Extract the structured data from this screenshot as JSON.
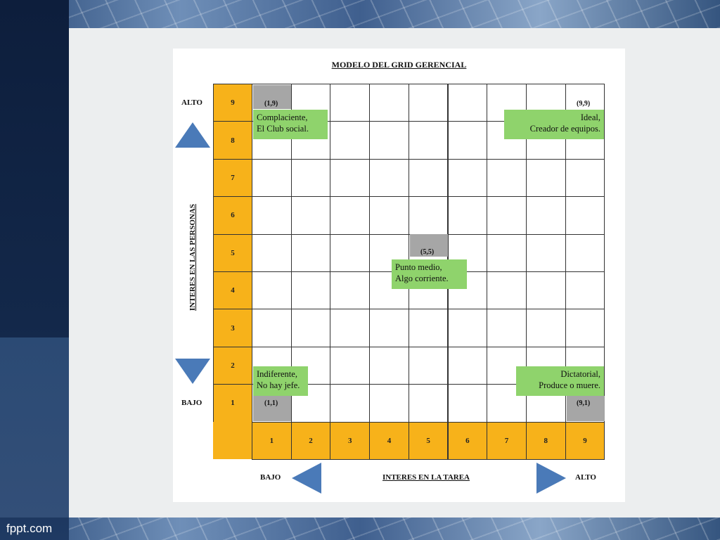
{
  "footer": {
    "brand": "fppt.com"
  },
  "diagram": {
    "title": "MODELO DEL GRID GERENCIAL",
    "y_axis": {
      "label": "INTERES EN LAS PERSONAS",
      "high": "ALTO",
      "low": "BAJO",
      "ticks": [
        "9",
        "8",
        "7",
        "6",
        "5",
        "4",
        "3",
        "2",
        "1"
      ]
    },
    "x_axis": {
      "label": "INTERES EN LA TAREA",
      "high": "ALTO",
      "low": "BAJO",
      "ticks": [
        "1",
        "2",
        "3",
        "4",
        "5",
        "6",
        "7",
        "8",
        "9"
      ]
    },
    "styles": [
      {
        "coord": "(1,9)",
        "line1": "Complaciente,",
        "line2": "El Club social."
      },
      {
        "coord": "(9,9)",
        "line1": "Ideal,",
        "line2": "Creador de equipos."
      },
      {
        "coord": "(5,5)",
        "line1": "Punto medio,",
        "line2": "Algo corriente."
      },
      {
        "coord": "(1,1)",
        "line1": "Indiferente,",
        "line2": "No hay jefe."
      },
      {
        "coord": "(9,1)",
        "line1": "Dictatorial,",
        "line2": "Produce o muere."
      }
    ],
    "colors": {
      "axis_fill": "#f7b21a",
      "note_fill": "#8fd36c",
      "marker_fill": "#a6a6a6",
      "arrow_fill": "#4a7ab8"
    }
  }
}
